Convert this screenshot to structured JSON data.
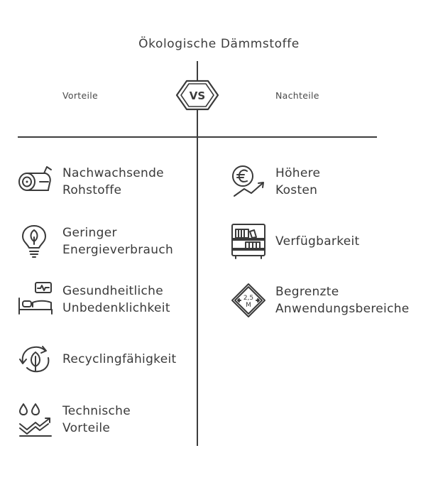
{
  "title": "Ökologische Dämmstoffe",
  "vs_label": "VS",
  "left": {
    "heading": "Vorteile",
    "items": [
      {
        "icon": "log-icon",
        "label": "Nachwachsende\nRohstoffe"
      },
      {
        "icon": "eco-bulb-icon",
        "label": "Geringer\nEnergieverbrauch"
      },
      {
        "icon": "bed-heartbeat-icon",
        "label": "Gesundheitliche\nUnbedenklichkeit"
      },
      {
        "icon": "recycle-leaf-icon",
        "label": "Recyclingfähigkeit"
      },
      {
        "icon": "drops-growth-icon",
        "label": "Technische\nVorteile"
      }
    ]
  },
  "right": {
    "heading": "Nachteile",
    "items": [
      {
        "icon": "euro-rising-icon",
        "label": "Höhere\nKosten"
      },
      {
        "icon": "shelf-icon",
        "label": "Verfügbarkeit"
      },
      {
        "icon": "height-limit-icon",
        "label": "Begrenzte\nAnwendungsbereiche",
        "sign_text_top": "2,5",
        "sign_text_bottom": "M"
      }
    ]
  }
}
